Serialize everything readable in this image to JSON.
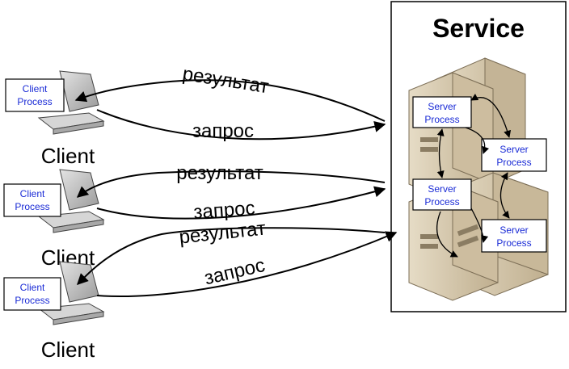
{
  "service": {
    "title": "Service"
  },
  "clients": [
    {
      "label": "Client",
      "process": [
        "Client",
        "Process"
      ],
      "result_label": "результат",
      "request_label": "запрос"
    },
    {
      "label": "Client",
      "process": [
        "Client",
        "Process"
      ],
      "result_label": "результат",
      "request_label": "запрос"
    },
    {
      "label": "Client",
      "process": [
        "Client",
        "Process"
      ],
      "result_label": "результат",
      "request_label": "запрос"
    }
  ],
  "servers": [
    {
      "process": [
        "Server",
        "Process"
      ]
    },
    {
      "process": [
        "Server",
        "Process"
      ]
    },
    {
      "process": [
        "Server",
        "Process"
      ]
    },
    {
      "process": [
        "Server",
        "Process"
      ]
    }
  ],
  "colors": {
    "box_text": "#1a2bd6",
    "server_body": "#d8cbb0",
    "server_shade": "#b8a98c",
    "monitor": "#c9c9c9"
  },
  "icons": [
    "computer-icon",
    "server-tower-icon"
  ]
}
